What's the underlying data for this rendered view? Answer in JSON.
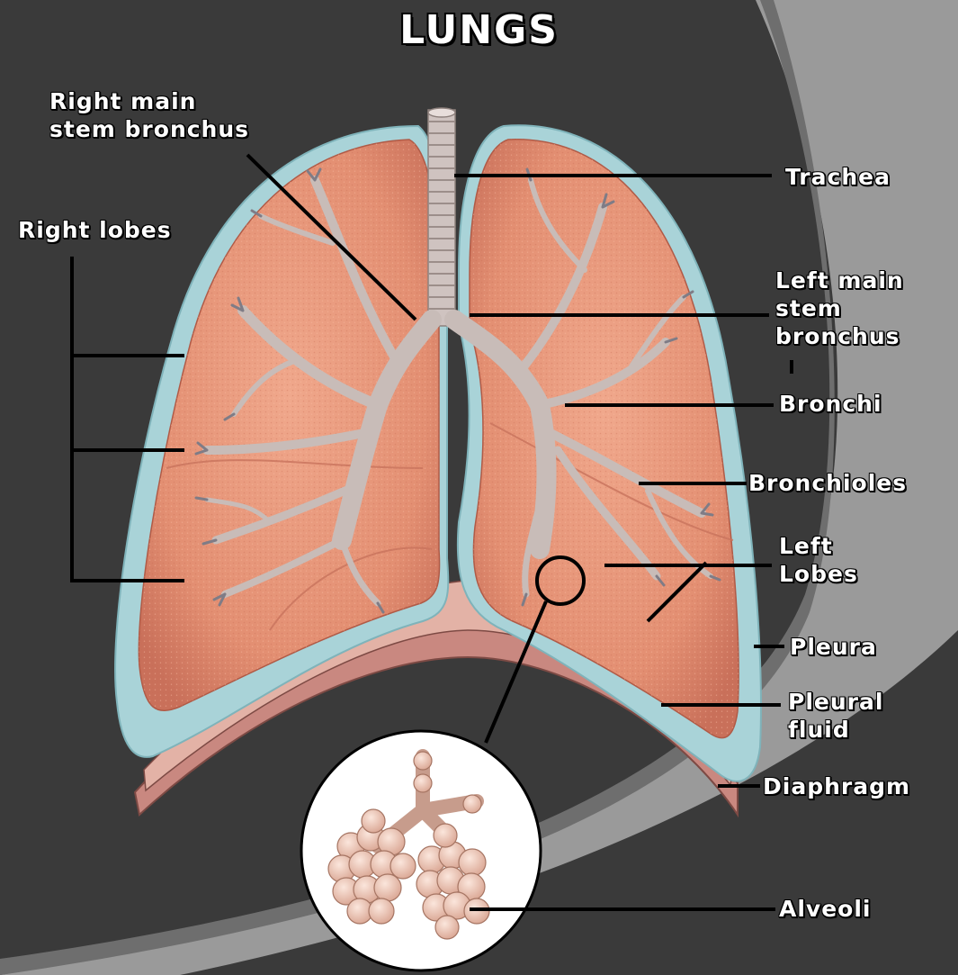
{
  "title": "LUNGS",
  "labels": {
    "right_main_stem_bronchus": [
      "Right main",
      "stem bronchus"
    ],
    "right_lobes": "Right lobes",
    "trachea": "Trachea",
    "left_main_stem_bronchus": [
      "Left main",
      "stem",
      "bronchus"
    ],
    "bronchi": "Bronchi",
    "bronchioles": "Bronchioles",
    "left_lobes": [
      "Left",
      "Lobes"
    ],
    "pleura": "Pleura",
    "pleural_fluid": [
      "Pleural",
      "fluid"
    ],
    "diaphragm": "Diaphragm",
    "alveoli": "Alveoli"
  },
  "colors": {
    "background": "#3a3a3a",
    "background_band": "#9a9a9a",
    "lung_tissue": "#e8967a",
    "pleura": "#a9d3d8",
    "airway": "#cfc3c0",
    "diaphragm": "#c98880",
    "leader_line": "#000000"
  }
}
